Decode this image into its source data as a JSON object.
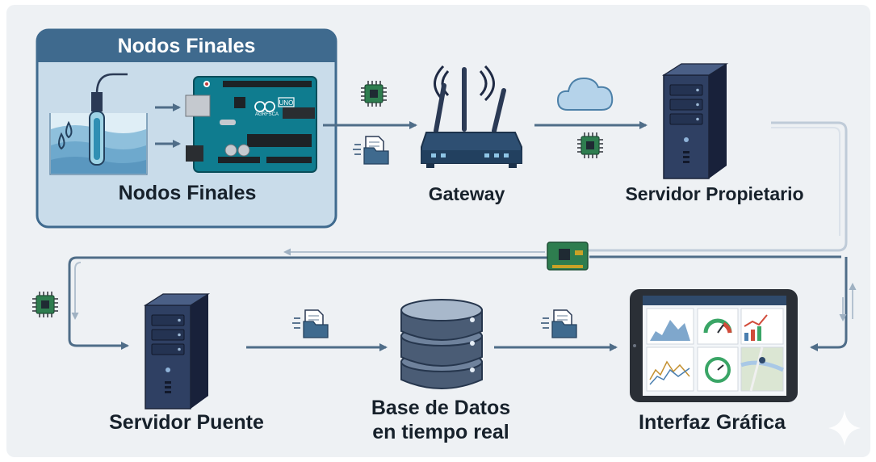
{
  "panel": {
    "title": "Nodos Finales"
  },
  "nodes": {
    "end_nodes": "Nodos Finales",
    "gateway": "Gateway",
    "proprietary_server": "Servidor Propietario",
    "bridge_server": "Servidor Puente",
    "database_line1": "Base de Datos",
    "database_line2": "en tiempo real",
    "gui": "Interfaz Gráfica"
  },
  "board": {
    "badge": "UNO",
    "brand": "AGRFSCA"
  },
  "colors": {
    "background": "#eef1f4",
    "panel_fill": "#c9dcea",
    "panel_header": "#3f6a8e",
    "device_navy": "#2b3a55",
    "arrow": "#4f6d88",
    "return_line": "#b4c2d0",
    "board_teal": "#0f7c8f",
    "label": "#17212b"
  },
  "icons": [
    "water-sensor-icon",
    "arduino-board-icon",
    "router-icon",
    "cloud-icon",
    "chip-icon",
    "document-folder-icon",
    "server-tower-icon",
    "database-icon",
    "tablet-dashboard-icon",
    "sparkle-icon"
  ]
}
